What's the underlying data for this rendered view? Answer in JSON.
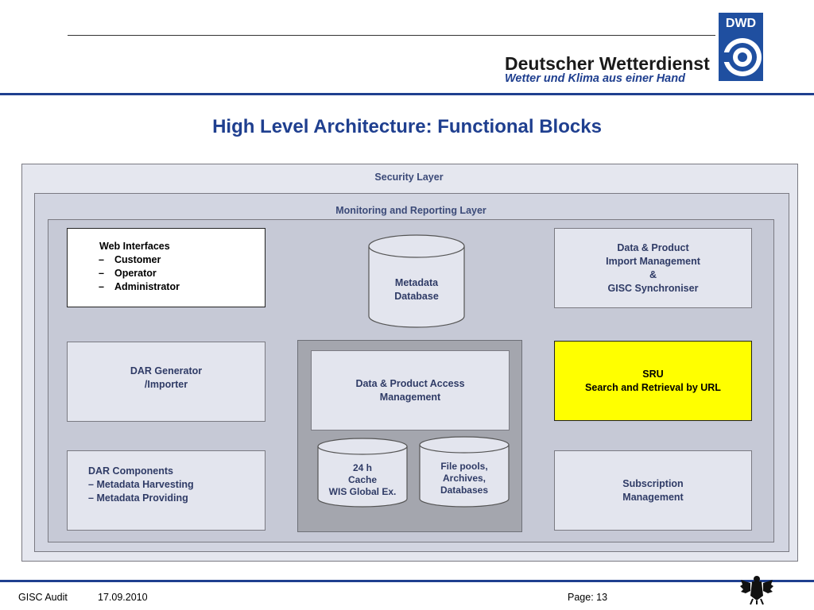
{
  "header": {
    "brand_name": "Deutscher Wetterdienst",
    "brand_tagline": "Wetter und Klima aus einer Hand",
    "logo_text": "DWD",
    "title": "High Level Architecture: Functional Blocks"
  },
  "diagram": {
    "security_layer": "Security Layer",
    "monitoring_layer": "Monitoring and Reporting Layer",
    "web_interfaces": {
      "title": "Web  Interfaces",
      "items": [
        "Customer",
        "Operator",
        "Administrator"
      ]
    },
    "metadata_db": "Metadata\nDatabase",
    "import_mgmt": "Data & Product\nImport Management\n&\nGISC Synchroniser",
    "dar_generator": "DAR Generator\n/Importer",
    "access_mgmt": "Data & Product Access\nManagement",
    "sru": "SRU\nSearch and Retrieval by URL",
    "dar_components": {
      "title": "DAR Components",
      "items": [
        "Metadata Harvesting",
        "Metadata Providing"
      ]
    },
    "cache": "24 h\nCache\nWIS Global Ex.",
    "file_pools": "File pools,\nArchives,\nDatabases",
    "subscription": "Subscription\nManagement"
  },
  "footer": {
    "left": "GISC Audit",
    "date": "17.09.2010",
    "page": "Page: 13"
  },
  "colors": {
    "brand_blue": "#1f3f8f",
    "highlight": "#ffff00",
    "box_fill": "#e3e5ee",
    "inner_group": "#a4a6ae"
  }
}
